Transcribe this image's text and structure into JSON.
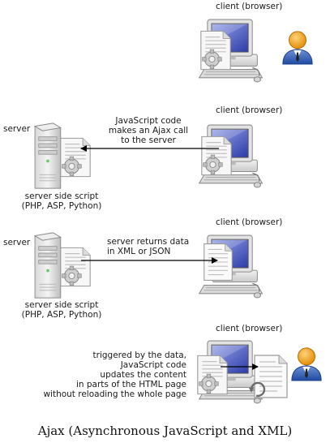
{
  "scene1": {
    "client_label": "client (browser)"
  },
  "scene2": {
    "server_label": "server",
    "client_label": "client (browser)",
    "message": [
      "JavaScript code",
      "makes an Ajax call",
      "to the server"
    ],
    "script_label": [
      "server side script",
      "(PHP, ASP, Python)"
    ]
  },
  "scene3": {
    "server_label": "server",
    "client_label": "client (browser)",
    "message": [
      "server returns data",
      "in XML or JSON"
    ],
    "script_label": [
      "server side script",
      "(PHP, ASP, Python)"
    ]
  },
  "scene4": {
    "client_label": "client (browser)",
    "message": [
      "triggered by the data,",
      "JavaScript code",
      "updates the content",
      "in parts of the HTML page",
      "without reloading the whole page"
    ]
  },
  "caption": "Ajax (Asynchronous JavaScript and XML)",
  "icons": [
    "computer-icon",
    "server-icon",
    "document-gear-icon",
    "user-icon",
    "reload-icon"
  ]
}
